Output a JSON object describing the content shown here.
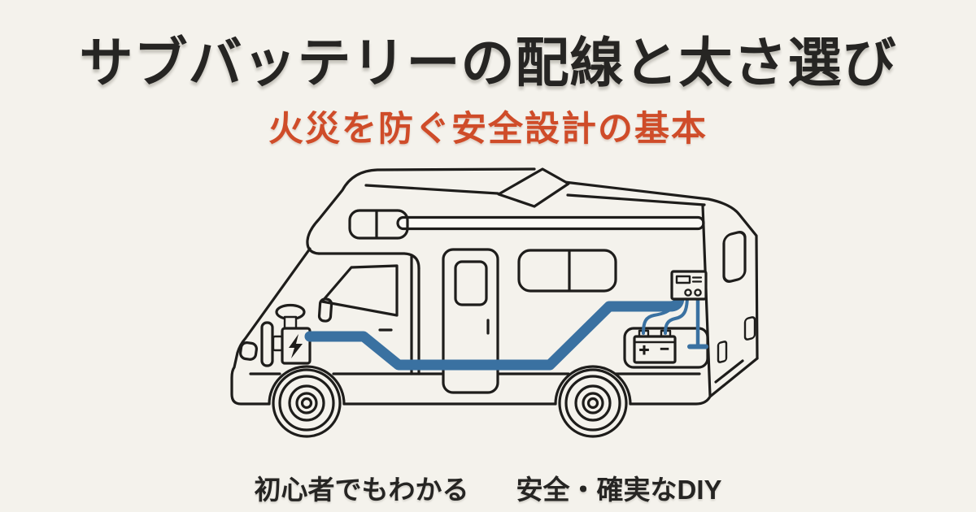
{
  "header": {
    "title": "サブバッテリーの配線と太さ選び",
    "subtitle": "火災を防ぐ安全設計の基本"
  },
  "footer": {
    "left_label": "初心者でもわかる",
    "right_label": "安全・確実なDIY"
  },
  "illustration": {
    "battery": {
      "positive_label": "+",
      "negative_label": "−"
    }
  },
  "colors": {
    "background": "#f4f2ec",
    "title": "#262523",
    "accent": "#cf4c29",
    "outline": "#1e1d1b",
    "cable": "#3a71a1"
  }
}
